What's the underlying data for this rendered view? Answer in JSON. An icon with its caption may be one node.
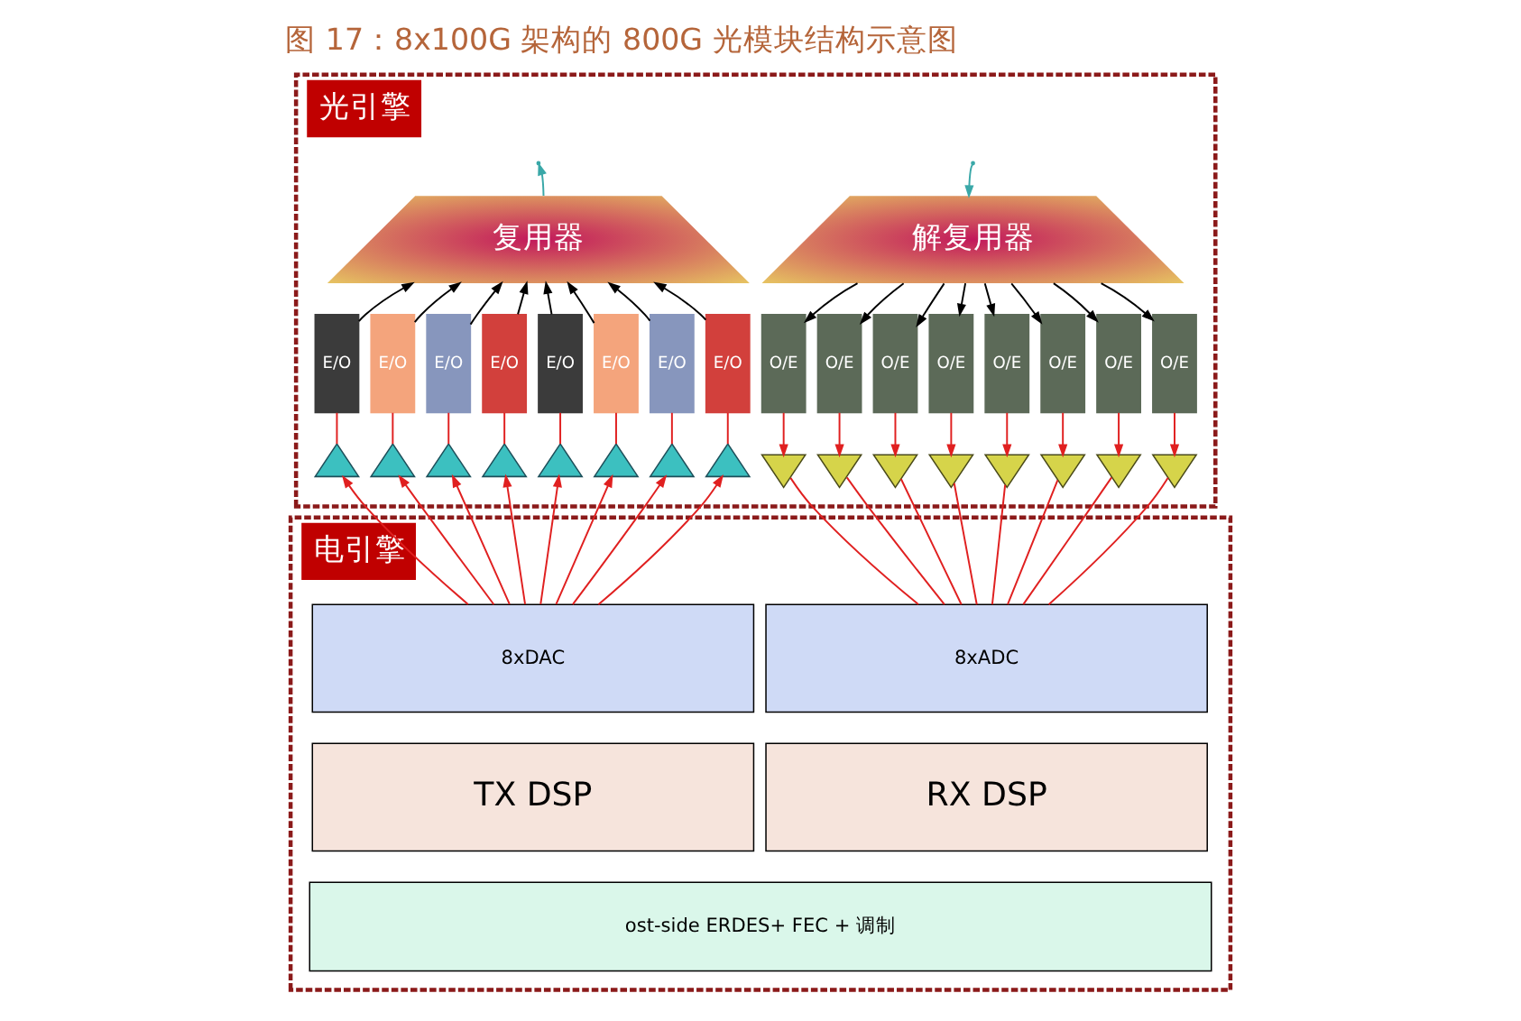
{
  "diagram": {
    "title": "图 17：8x100G 架构的 800G 光模块结构示意图",
    "nodes": [
      {
        "text": [
          "光引擎"
        ]
      },
      {
        "text": [
          "复用器"
        ],
        "in": 0
      },
      {
        "text": [
          "解复用器"
        ],
        "in": 0
      },
      {
        "text": [
          "E/O"
        ],
        "in": 0
      },
      {
        "text": [
          "E/O"
        ],
        "in": 0
      },
      {
        "text": [
          "E/O"
        ],
        "in": 0
      },
      {
        "text": [
          "E/O"
        ],
        "in": 0
      },
      {
        "text": [
          "E/O"
        ],
        "in": 0
      },
      {
        "text": [
          "E/O"
        ],
        "in": 0
      },
      {
        "text": [
          "E/O"
        ],
        "in": 0
      },
      {
        "text": [
          "E/O"
        ],
        "in": 0
      },
      {
        "text": [
          "O/E"
        ],
        "in": 0
      },
      {
        "text": [
          "O/E"
        ],
        "in": 0
      },
      {
        "text": [
          "O/E"
        ],
        "in": 0
      },
      {
        "text": [
          "O/E"
        ],
        "in": 0
      },
      {
        "text": [
          "O/E"
        ],
        "in": 0
      },
      {
        "text": [
          "O/E"
        ],
        "in": 0
      },
      {
        "text": [
          "O/E"
        ],
        "in": 0
      },
      {
        "text": [
          "O/E"
        ],
        "in": 0
      },
      {
        "text": [],
        "shape": "triangle",
        "in": 0
      },
      {
        "text": [],
        "shape": "triangle",
        "in": 0
      },
      {
        "text": [],
        "shape": "triangle",
        "in": 0
      },
      {
        "text": [],
        "shape": "triangle",
        "in": 0
      },
      {
        "text": [],
        "shape": "triangle",
        "in": 0
      },
      {
        "text": [],
        "shape": "triangle",
        "in": 0
      },
      {
        "text": [],
        "shape": "triangle",
        "in": 0
      },
      {
        "text": [],
        "shape": "triangle",
        "in": 0
      },
      {
        "text": [],
        "shape": "triangle",
        "in": 0
      },
      {
        "text": [],
        "shape": "triangle",
        "in": 0
      },
      {
        "text": [],
        "shape": "triangle",
        "in": 0
      },
      {
        "text": [],
        "shape": "triangle",
        "in": 0
      },
      {
        "text": [],
        "shape": "triangle",
        "in": 0
      },
      {
        "text": [],
        "shape": "triangle",
        "in": 0
      },
      {
        "text": [],
        "shape": "triangle",
        "in": 0
      },
      {
        "text": [],
        "shape": "triangle",
        "in": 0
      },
      {
        "text": [
          "电引擎"
        ]
      },
      {
        "text": [
          "8xDAC"
        ],
        "in": 35
      },
      {
        "text": [
          "8xADC"
        ],
        "in": 35
      },
      {
        "text": [
          "TX DSP"
        ],
        "in": 35
      },
      {
        "text": [
          "RX DSP"
        ],
        "in": 35
      },
      {
        "text": [
          "ost-side ERDES+ FEC + 调制"
        ],
        "in": 35
      }
    ],
    "edges": [
      {
        "from": 1,
        "to": null,
        "arrow": "to",
        "color": "#3aa8a8"
      },
      {
        "from": null,
        "to": 2,
        "arrow": "to",
        "color": "#3aa8a8"
      },
      {
        "from": 3,
        "to": 1,
        "arrow": "to",
        "color": "#000000"
      },
      {
        "from": 4,
        "to": 1,
        "arrow": "to",
        "color": "#000000"
      },
      {
        "from": 5,
        "to": 1,
        "arrow": "to",
        "color": "#000000"
      },
      {
        "from": 6,
        "to": 1,
        "arrow": "to",
        "color": "#000000"
      },
      {
        "from": 7,
        "to": 1,
        "arrow": "to",
        "color": "#000000"
      },
      {
        "from": 8,
        "to": 1,
        "arrow": "to",
        "color": "#000000"
      },
      {
        "from": 9,
        "to": 1,
        "arrow": "to",
        "color": "#000000"
      },
      {
        "from": 10,
        "to": 1,
        "arrow": "to",
        "color": "#000000"
      },
      {
        "from": 2,
        "to": 11,
        "arrow": "to",
        "color": "#000000"
      },
      {
        "from": 2,
        "to": 12,
        "arrow": "to",
        "color": "#000000"
      },
      {
        "from": 2,
        "to": 13,
        "arrow": "to",
        "color": "#000000"
      },
      {
        "from": 2,
        "to": 14,
        "arrow": "to",
        "color": "#000000"
      },
      {
        "from": 2,
        "to": 15,
        "arrow": "to",
        "color": "#000000"
      },
      {
        "from": 2,
        "to": 16,
        "arrow": "to",
        "color": "#000000"
      },
      {
        "from": 2,
        "to": 17,
        "arrow": "to",
        "color": "#000000"
      },
      {
        "from": 2,
        "to": 18,
        "arrow": "to",
        "color": "#000000"
      },
      {
        "from": 19,
        "to": 3,
        "arrow": "none"
      },
      {
        "from": 20,
        "to": 4,
        "arrow": "none"
      },
      {
        "from": 21,
        "to": 5,
        "arrow": "none"
      },
      {
        "from": 22,
        "to": 6,
        "arrow": "none"
      },
      {
        "from": 23,
        "to": 7,
        "arrow": "none"
      },
      {
        "from": 24,
        "to": 8,
        "arrow": "none"
      },
      {
        "from": 25,
        "to": 9,
        "arrow": "none"
      },
      {
        "from": 26,
        "to": 10,
        "arrow": "none"
      },
      {
        "from": 36,
        "to": 19,
        "arrow": "to"
      },
      {
        "from": 36,
        "to": 20,
        "arrow": "to"
      },
      {
        "from": 36,
        "to": 21,
        "arrow": "to"
      },
      {
        "from": 36,
        "to": 22,
        "arrow": "to"
      },
      {
        "from": 36,
        "to": 23,
        "arrow": "to"
      },
      {
        "from": 36,
        "to": 24,
        "arrow": "to"
      },
      {
        "from": 36,
        "to": 25,
        "arrow": "to"
      },
      {
        "from": 36,
        "to": 26,
        "arrow": "to"
      },
      {
        "from": 11,
        "to": 27,
        "arrow": "to"
      },
      {
        "from": 12,
        "to": 28,
        "arrow": "to"
      },
      {
        "from": 13,
        "to": 29,
        "arrow": "to"
      },
      {
        "from": 14,
        "to": 30,
        "arrow": "to"
      },
      {
        "from": 15,
        "to": 31,
        "arrow": "to"
      },
      {
        "from": 16,
        "to": 32,
        "arrow": "to"
      },
      {
        "from": 17,
        "to": 33,
        "arrow": "to"
      },
      {
        "from": 18,
        "to": 34,
        "arrow": "to"
      },
      {
        "from": 27,
        "to": 37,
        "arrow": "none"
      },
      {
        "from": 28,
        "to": 37,
        "arrow": "none"
      },
      {
        "from": 29,
        "to": 37,
        "arrow": "none"
      },
      {
        "from": 30,
        "to": 37,
        "arrow": "none"
      },
      {
        "from": 31,
        "to": 37,
        "arrow": "none"
      },
      {
        "from": 32,
        "to": 37,
        "arrow": "none"
      },
      {
        "from": 33,
        "to": 37,
        "arrow": "none"
      },
      {
        "from": 34,
        "to": 37,
        "arrow": "none"
      }
    ]
  }
}
